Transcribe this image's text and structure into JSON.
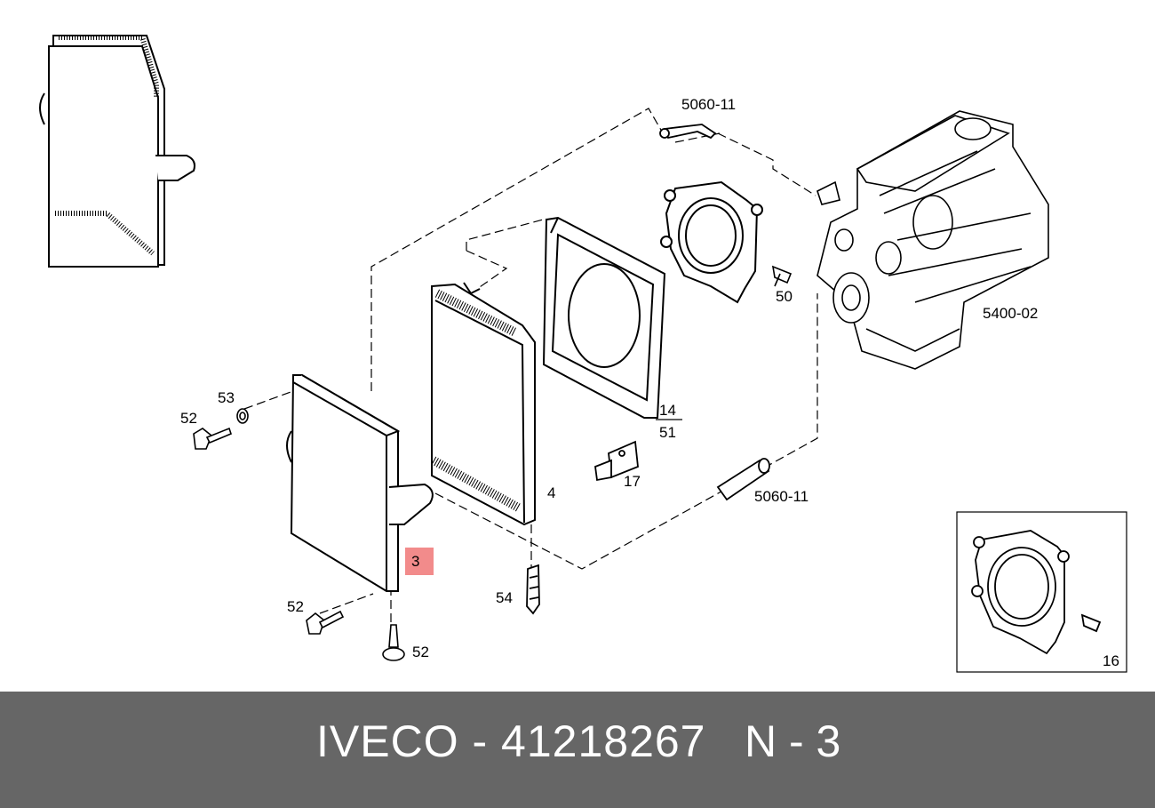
{
  "callouts": {
    "hose_top": "5060-11",
    "engine": "5400-02",
    "screw_50": "50",
    "screw_53": "53",
    "screw_52_upper": "52",
    "screw_52_left": "52",
    "screw_52_bottom": "52",
    "seal_14": "14",
    "seal_51": "51",
    "bracket": "17",
    "hose_bottom": "5060-11",
    "radiator": "4",
    "pin": "54",
    "highlight_part": "3",
    "inset_part": "16"
  },
  "footer": {
    "brand_part": "IVECO - 41218267",
    "position_code": "N - 3"
  },
  "colors": {
    "highlight": "#f28b8b",
    "footer_bg": "#666666",
    "line": "#000000"
  }
}
